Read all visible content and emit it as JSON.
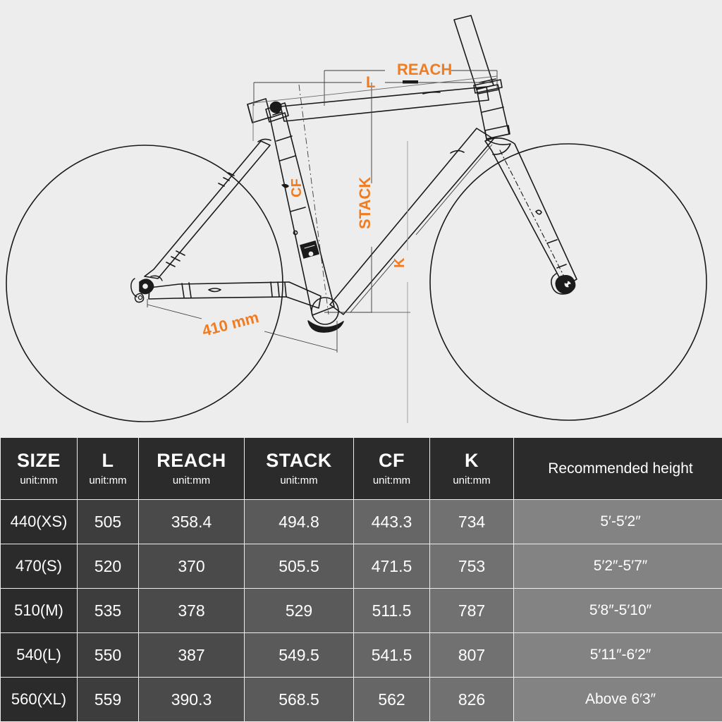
{
  "diagram": {
    "background_color": "#ededed",
    "line_color": "#1a1a1a",
    "accent_color": "#F07C22",
    "labels": {
      "reach": "REACH",
      "l": "L",
      "stack": "STACK",
      "cf": "CF",
      "k": "K",
      "chainstay": "410 mm"
    }
  },
  "table": {
    "headers": [
      {
        "abbr": "SIZE",
        "unit": "unit:mm"
      },
      {
        "abbr": "L",
        "unit": "unit:mm"
      },
      {
        "abbr": "REACH",
        "unit": "unit:mm"
      },
      {
        "abbr": "STACK",
        "unit": "unit:mm"
      },
      {
        "abbr": "CF",
        "unit": "unit:mm"
      },
      {
        "abbr": "K",
        "unit": "unit:mm"
      },
      {
        "abbr": "Recommended height",
        "unit": ""
      }
    ],
    "rows": [
      {
        "size": "440(XS)",
        "l": "505",
        "reach": "358.4",
        "stack": "494.8",
        "cf": "443.3",
        "k": "734",
        "height": "5′-5′2″"
      },
      {
        "size": "470(S)",
        "l": "520",
        "reach": "370",
        "stack": "505.5",
        "cf": "471.5",
        "k": "753",
        "height": "5′2″-5′7″"
      },
      {
        "size": "510(M)",
        "l": "535",
        "reach": "378",
        "stack": "529",
        "cf": "511.5",
        "k": "787",
        "height": "5′8″-5′10″"
      },
      {
        "size": "540(L)",
        "l": "550",
        "reach": "387",
        "stack": "549.5",
        "cf": "541.5",
        "k": "807",
        "height": "5′11″-6′2″"
      },
      {
        "size": "560(XL)",
        "l": "559",
        "reach": "390.3",
        "stack": "568.5",
        "cf": "562",
        "k": "826",
        "height": "Above 6′3″"
      }
    ]
  },
  "chart_data": {
    "type": "table",
    "title": "Bicycle frame geometry sizing chart",
    "categories": [
      "440(XS)",
      "470(S)",
      "510(M)",
      "540(L)",
      "560(XL)"
    ],
    "series": [
      {
        "name": "L",
        "unit": "mm",
        "values": [
          505,
          520,
          535,
          550,
          559
        ]
      },
      {
        "name": "REACH",
        "unit": "mm",
        "values": [
          358.4,
          370,
          378,
          387,
          390.3
        ]
      },
      {
        "name": "STACK",
        "unit": "mm",
        "values": [
          494.8,
          505.5,
          529,
          549.5,
          568.5
        ]
      },
      {
        "name": "CF",
        "unit": "mm",
        "values": [
          443.3,
          471.5,
          511.5,
          541.5,
          562
        ]
      },
      {
        "name": "K",
        "unit": "mm",
        "values": [
          734,
          753,
          787,
          807,
          826
        ]
      }
    ],
    "recommended_height": [
      "5′-5′2″",
      "5′2″-5′7″",
      "5′8″-5′10″",
      "5′11″-6′2″",
      "Above 6′3″"
    ],
    "fixed_dimensions": {
      "chainstay_length": "410 mm"
    }
  }
}
